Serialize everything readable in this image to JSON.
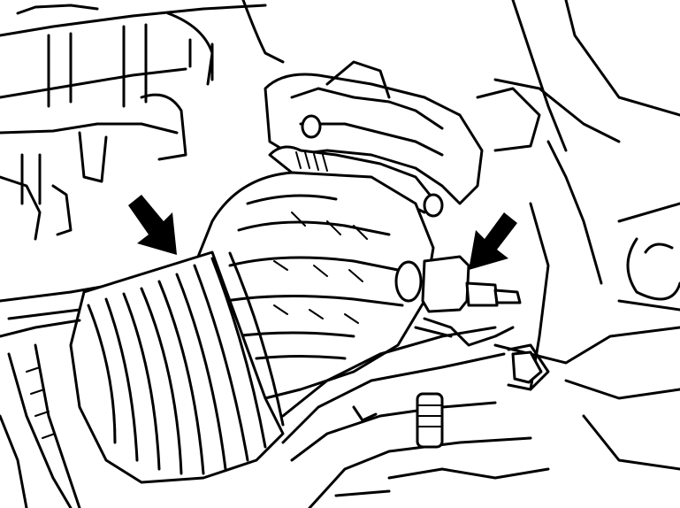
{
  "illustration": {
    "ink_color": "#000000",
    "background_color": "#ffffff"
  },
  "callouts": [
    {
      "id": "arrow-left",
      "points_to": "intake-boot-clamp"
    },
    {
      "id": "arrow-right",
      "points_to": "throttle-body-connector"
    }
  ]
}
